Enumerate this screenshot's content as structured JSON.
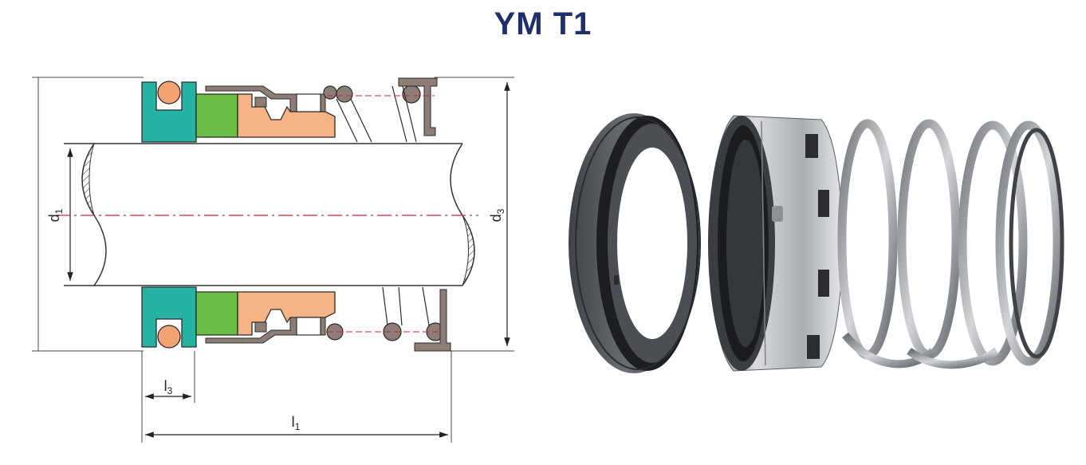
{
  "title": "YM T1",
  "dimensions": {
    "d1": {
      "main": "d",
      "sub": "1"
    },
    "d3": {
      "main": "d",
      "sub": "3"
    },
    "l1": {
      "main": "l",
      "sub": "1"
    },
    "l3": {
      "main": "l",
      "sub": "3"
    }
  },
  "colors": {
    "title": "#1f2f6b",
    "teal": "#27b3a4",
    "green": "#6cbd45",
    "peach": "#f5b386",
    "orange_ball": "#f3a472",
    "steel": "#8c7e76",
    "centerline": "#c8243a",
    "line": "#2b2b2b",
    "ring_dark": "#4b4e52",
    "ring_black": "#1d1e20",
    "metal": "#b9bcbf",
    "metal_dark": "#6f7378"
  },
  "photo": {
    "parts": [
      "seat-ring-icon",
      "seal-head-icon",
      "spring-icon"
    ]
  }
}
